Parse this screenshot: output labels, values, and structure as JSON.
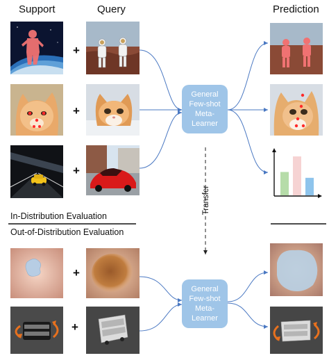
{
  "headers": {
    "support": "Support",
    "query": "Query",
    "prediction": "Prediction"
  },
  "learner": {
    "line1": "General",
    "line2": "Few-shot",
    "line3": "Meta-",
    "line4": "Learner"
  },
  "plus_sign": "+",
  "transfer_label": "Transfer",
  "in_distribution_label": "In-Distribution Evaluation",
  "ood_label": "Out-of-Distribution Evaluation",
  "colors": {
    "learner_fill": "#9fc5e8",
    "arrow": "#4a78c2",
    "bar_green": "#b6dca9",
    "bar_pink": "#f6d3d3",
    "bar_blue": "#8ec4ec",
    "mask_red": "#f07272",
    "keypoint_red": "#ff2a2a",
    "rotate_arrow": "#e8711e"
  },
  "chart_data": {
    "type": "bar",
    "categories": [
      "",
      "",
      ""
    ],
    "values": [
      0.6,
      1.0,
      0.45
    ],
    "title": "",
    "xlabel": "",
    "ylabel": ""
  }
}
